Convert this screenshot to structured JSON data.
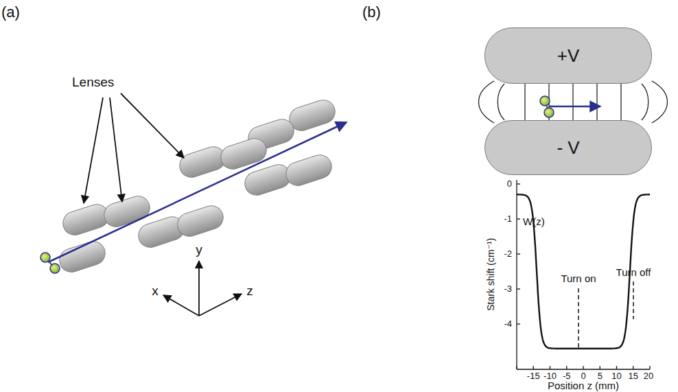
{
  "diagram": {
    "nodes": [
      {
        "text": [
          "+V"
        ]
      },
      {
        "text": [
          "- V"
        ]
      }
    ],
    "labels": [
      "(a)",
      "Lenses",
      "y",
      "x",
      "z",
      "(b)",
      "W(z)",
      "Turn on",
      "Turn off",
      "0",
      "-1",
      "-2",
      "-3",
      "-4",
      "-15",
      "-10",
      "-5",
      "0",
      "5",
      "10",
      "15",
      "20",
      "Stark shift (cm⁻¹)",
      "Position z (mm)"
    ]
  }
}
